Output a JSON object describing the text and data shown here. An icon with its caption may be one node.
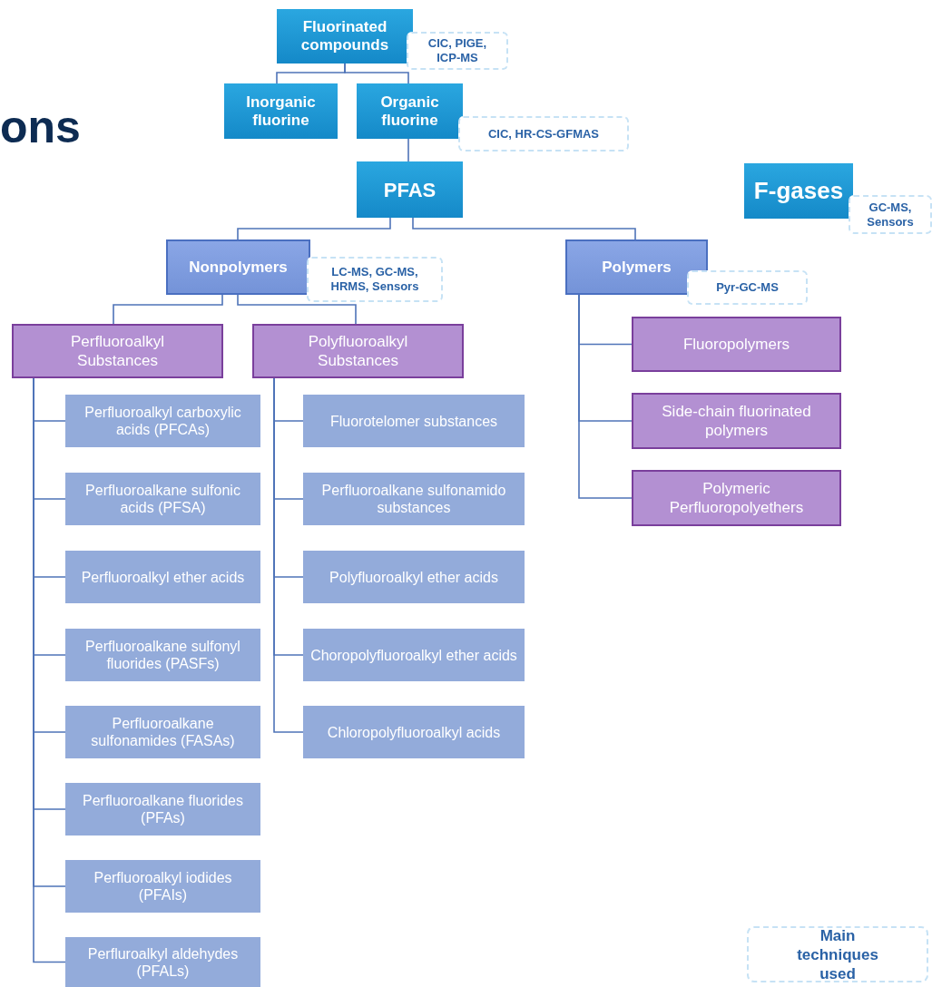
{
  "diagram": {
    "nodes": [
      {
        "text": [
          "Fluorinated compounds"
        ],
        "beside": [
          "CIC, PIGE, ICP-MS"
        ]
      },
      {
        "text": [
          "Inorganic fluorine"
        ]
      },
      {
        "text": [
          "Organic fluorine"
        ],
        "beside": [
          "CIC, HR-CS-GFMAS"
        ]
      },
      {
        "text": [
          "PFAS"
        ]
      },
      {
        "text": [
          "F-gases"
        ],
        "beside": [
          "GC-MS, Sensors"
        ]
      },
      {
        "text": [
          "Nonpolymers"
        ],
        "beside": [
          "LC-MS, GC-MS, HRMS, Sensors"
        ]
      },
      {
        "text": [
          "Polymers"
        ],
        "beside": [
          "Pyr-GC-MS"
        ]
      },
      {
        "text": [
          "Perfluoroalkyl Substances"
        ]
      },
      {
        "text": [
          "Polyfluoroalkyl Substances"
        ]
      },
      {
        "text": [
          "Perfluoroalkyl carboxylic acids (PFCAs)"
        ]
      },
      {
        "text": [
          "Perfluoroalkane sulfonic acids (PFSA)"
        ]
      },
      {
        "text": [
          "Perfluoroalkyl ether acids"
        ]
      },
      {
        "text": [
          "Perfluoroalkane sulfonyl fluorides (PASFs)"
        ]
      },
      {
        "text": [
          "Perfluoroalkane sulfonamides (FASAs)"
        ]
      },
      {
        "text": [
          "Perfluoroalkane fluorides (PFAs)"
        ]
      },
      {
        "text": [
          "Perfluoroalkyl iodides (PFAIs)"
        ]
      },
      {
        "text": [
          "Perfluroalkyl aldehydes (PFALs)"
        ]
      },
      {
        "text": [
          "Fluorotelomer substances"
        ]
      },
      {
        "text": [
          "Perfluoroalkane sulfonamido substances"
        ]
      },
      {
        "text": [
          "Polyfluoroalkyl ether acids"
        ]
      },
      {
        "text": [
          "Choropolyfluoroalkyl ether acids"
        ]
      },
      {
        "text": [
          "Chloropolyfluoroalkyl acids"
        ]
      },
      {
        "text": [
          "Fluoropolymers"
        ]
      },
      {
        "text": [
          "Side-chain fluorinated polymers"
        ]
      },
      {
        "text": [
          "Polymeric Perfluoropolyethers"
        ]
      }
    ],
    "edges": [
      {
        "from": 0,
        "to": 1,
        "arrow": "none"
      },
      {
        "from": 0,
        "to": 2,
        "arrow": "none"
      },
      {
        "from": 2,
        "to": 3,
        "arrow": "none"
      },
      {
        "from": 3,
        "to": 5,
        "arrow": "none"
      },
      {
        "from": 3,
        "to": 6,
        "arrow": "none"
      },
      {
        "from": 5,
        "to": 7,
        "arrow": "none"
      },
      {
        "from": 5,
        "to": 8,
        "arrow": "none"
      },
      {
        "from": 7,
        "to": 9,
        "arrow": "none"
      },
      {
        "from": 7,
        "to": 10,
        "arrow": "none"
      },
      {
        "from": 7,
        "to": 11,
        "arrow": "none"
      },
      {
        "from": 7,
        "to": 12,
        "arrow": "none"
      },
      {
        "from": 7,
        "to": 13,
        "arrow": "none"
      },
      {
        "from": 7,
        "to": 14,
        "arrow": "none"
      },
      {
        "from": 7,
        "to": 15,
        "arrow": "none"
      },
      {
        "from": 7,
        "to": 16,
        "arrow": "none"
      },
      {
        "from": 8,
        "to": 17,
        "arrow": "none"
      },
      {
        "from": 8,
        "to": 18,
        "arrow": "none"
      },
      {
        "from": 8,
        "to": 19,
        "arrow": "none"
      },
      {
        "from": 8,
        "to": 20,
        "arrow": "none"
      },
      {
        "from": 8,
        "to": 21,
        "arrow": "none"
      },
      {
        "from": 6,
        "to": 22,
        "arrow": "none"
      },
      {
        "from": 6,
        "to": 23,
        "arrow": "none"
      },
      {
        "from": 6,
        "to": 24,
        "arrow": "none"
      }
    ],
    "labels": [
      "ons"
    ],
    "legend": [
      {
        "text": "Main techniques used"
      }
    ]
  }
}
